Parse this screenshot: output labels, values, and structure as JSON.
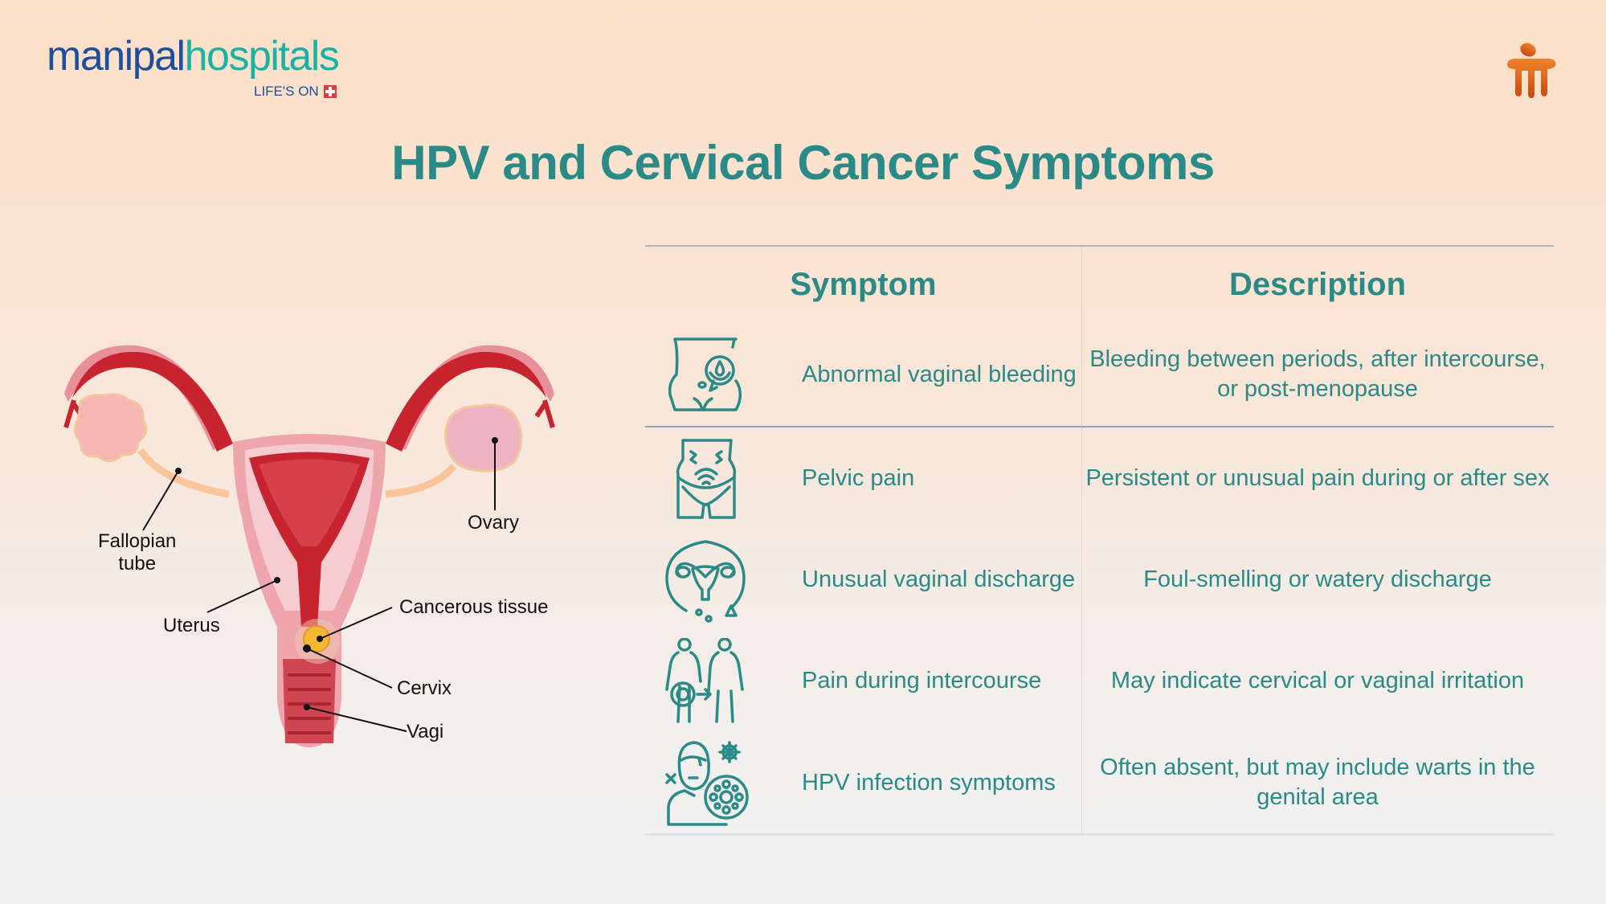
{
  "header": {
    "logo": {
      "part1": "manipal",
      "part2": "hospitals",
      "tagline": "LIFE'S ON"
    },
    "title": "HPV and Cervical Cancer Symptoms"
  },
  "diagram": {
    "labels": {
      "fallopian_tube": "Fallopian\ntube",
      "ovary": "Ovary",
      "uterus": "Uterus",
      "cancerous_tissue": "Cancerous tissue",
      "cervix": "Cervix",
      "vagina": "Vagi"
    }
  },
  "table": {
    "headers": {
      "symptom": "Symptom",
      "description": "Description"
    },
    "rows": [
      {
        "icon": "abdomen-bleeding-icon",
        "symptom": "Abnormal vaginal bleeding",
        "description": "Bleeding between periods, after intercourse, or post-menopause"
      },
      {
        "icon": "pelvic-pain-icon",
        "symptom": "Pelvic pain",
        "description": "Persistent or unusual pain during or after sex"
      },
      {
        "icon": "uterus-discharge-icon",
        "symptom": "Unusual vaginal discharge",
        "description": "Foul-smelling or watery discharge"
      },
      {
        "icon": "couple-transmission-icon",
        "symptom": "Pain during intercourse",
        "description": "May indicate cervical or vaginal irritation"
      },
      {
        "icon": "virus-person-icon",
        "symptom": "HPV infection symptoms",
        "description": "Often absent, but may include warts in the genital area"
      }
    ]
  },
  "colors": {
    "teal": "#2a8a87",
    "logo_blue": "#1d4f9c",
    "logo_teal": "#17b3a7",
    "brand_orange": "#e8641e"
  }
}
